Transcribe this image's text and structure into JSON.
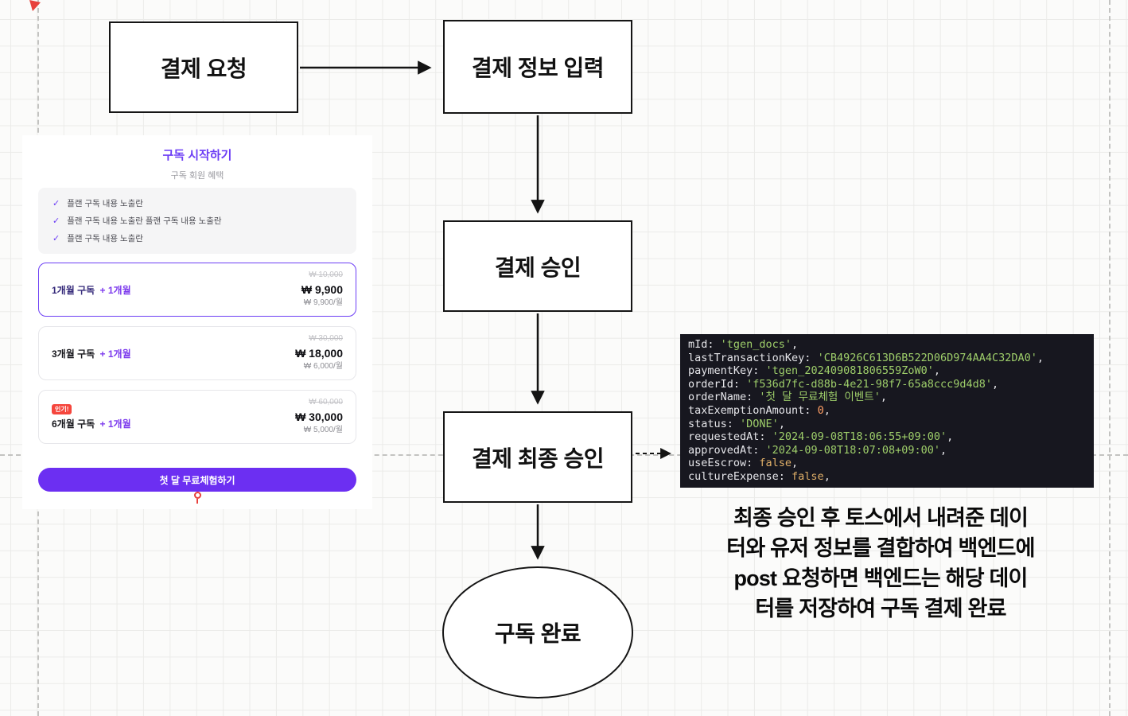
{
  "colors": {
    "accent_purple": "#6C3EF5",
    "cta_purple": "#6C2FF2",
    "badge_red": "#F5463D",
    "code_background": "#17171F",
    "code_string": "#9ECE6A",
    "code_number": "#FF9E64",
    "code_boolean": "#E0AF68"
  },
  "flowchart": {
    "nodes": {
      "payment_request": "결제 요청",
      "payment_info_input": "결제 정보 입력",
      "payment_approval": "결제 승인",
      "payment_final_approval": "결제 최종 승인",
      "subscription_complete": "구독 완료"
    }
  },
  "subscription": {
    "title": "구독 시작하기",
    "subtitle": "구독 회원 혜택",
    "check_glyph": "✓",
    "benefits": [
      "플랜 구독 내용 노출란",
      "플랜 구독 내용 노출란 플랜 구독 내용 노출란",
      "플랜 구독 내용 노출란"
    ],
    "plans": [
      {
        "name": "1개월 구독",
        "bonus": "+ 1개월",
        "original_price": "₩ 10,000",
        "price": "₩ 9,900",
        "per_month": "₩ 9,900/월"
      },
      {
        "name": "3개월 구독",
        "bonus": "+ 1개월",
        "original_price": "₩ 30,000",
        "price": "₩ 18,000",
        "per_month": "₩ 6,000/월"
      },
      {
        "name": "6개월 구독",
        "bonus": "+ 1개월",
        "badge": "인기!",
        "original_price": "₩ 60,000",
        "price": "₩ 30,000",
        "per_month": "₩ 5,000/월"
      }
    ],
    "cta_label": "첫 달 무료체험하기"
  },
  "code": {
    "lines": [
      {
        "k": "mId",
        "v": "'tgen_docs'",
        "t": "str"
      },
      {
        "k": "lastTransactionKey",
        "v": "'CB4926C613D6B522D06D974AA4C32DA0'",
        "t": "str"
      },
      {
        "k": "paymentKey",
        "v": "'tgen_202409081806559ZoW0'",
        "t": "str"
      },
      {
        "k": "orderId",
        "v": "'f536d7fc-d88b-4e21-98f7-65a8ccc9d4d8'",
        "t": "str"
      },
      {
        "k": "orderName",
        "v": "'첫 달 무료체험 이벤트'",
        "t": "str"
      },
      {
        "k": "taxExemptionAmount",
        "v": "0",
        "t": "num"
      },
      {
        "k": "status",
        "v": "'DONE'",
        "t": "str"
      },
      {
        "k": "requestedAt",
        "v": "'2024-09-08T18:06:55+09:00'",
        "t": "str"
      },
      {
        "k": "approvedAt",
        "v": "'2024-09-08T18:07:08+09:00'",
        "t": "str"
      },
      {
        "k": "useEscrow",
        "v": "false",
        "t": "bool"
      },
      {
        "k": "cultureExpense",
        "v": "false",
        "t": "bool"
      }
    ]
  },
  "note": {
    "lines": [
      "최종 승인 후 토스에서 내려준 데이",
      "터와 유저 정보를 결합하여 백엔드에",
      "post 요청하면 백엔드는 해당 데이",
      "터를 저장하여 구독 결제 완료"
    ]
  }
}
